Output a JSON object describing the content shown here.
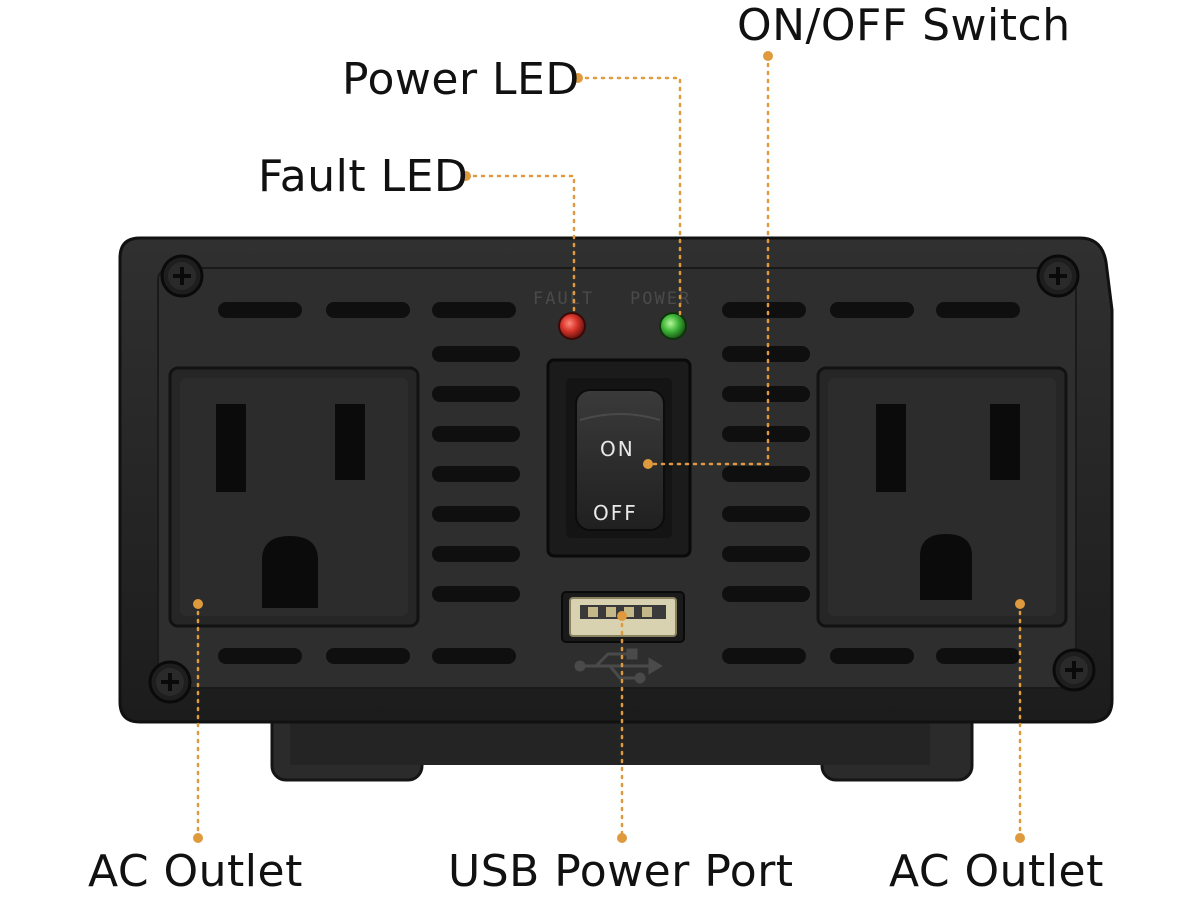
{
  "colors": {
    "leader": "#e09a3e",
    "body": "#262626",
    "face": "#2d2d2d",
    "fault_led": "#d8342a",
    "power_led": "#41b93a"
  },
  "device": {
    "panel_print_fault": "FAULT",
    "panel_print_power": "POWER",
    "switch_on": "ON",
    "switch_off": "OFF",
    "usb_icon": "usb-trident-icon"
  },
  "callouts": {
    "power_led": "Power LED",
    "fault_led": "Fault LED",
    "on_off_switch": "ON/OFF Switch",
    "ac_outlet_left": "AC Outlet",
    "usb_power_port": "USB Power Port",
    "ac_outlet_right": "AC Outlet"
  }
}
